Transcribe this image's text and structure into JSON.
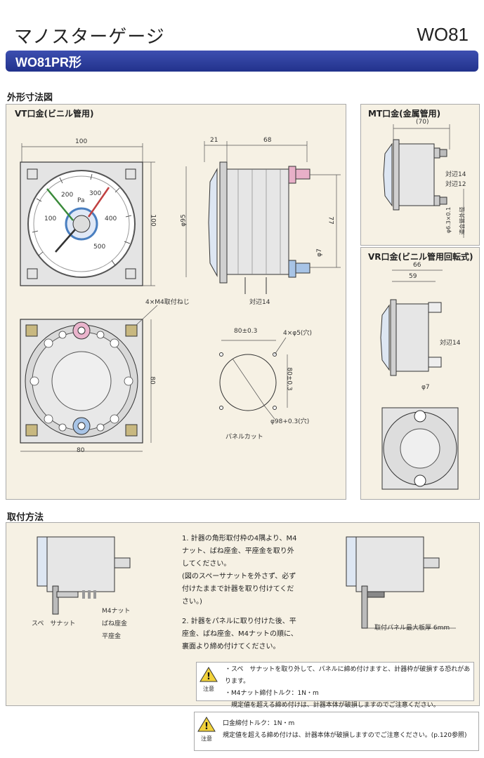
{
  "header": {
    "title": "マノスターゲージ",
    "model_code": "WO81",
    "band_label": "WO81PR形"
  },
  "sections": {
    "dimensions": "外形寸法図",
    "mounting": "取付方法"
  },
  "vt_panel": {
    "title": "VT口金(ビニル管用)",
    "dim_100_top": "100",
    "dim_100_side": "100",
    "dim_21": "21",
    "dim_68": "68",
    "dim_phi95": "φ95",
    "dim_77": "77",
    "dim_phi7": "φ7",
    "hex14": "対辺14",
    "scale_unit": "Pa",
    "scale_labels": [
      "100",
      "200",
      "300",
      "400",
      "500"
    ],
    "mount_screw": "4×M4取付ねじ",
    "dim_80_side": "80",
    "dim_80_bottom": "80",
    "cut_80_top": "80±0.3",
    "cut_holes": "4×φ5(穴)",
    "cut_80_side": "80±0.3",
    "cut_phi98": "φ98+0.3(穴)",
    "panel_cut": "パネルカット"
  },
  "mt_panel": {
    "title": "MT口金(金属管用)",
    "dim_70": "(70)",
    "hex14": "対辺14",
    "hex12": "対辺12",
    "thread": "φ6.3×0.1",
    "thread_note": "適合管外径"
  },
  "vr_panel": {
    "title": "VR口金(ビニル管用回転式)",
    "dim_66": "66",
    "dim_59": "59",
    "hex14": "対辺14",
    "dim_phi7": "φ7"
  },
  "mounting": {
    "steps": [
      "1. 計器の角形取付枠の4隅より、M4",
      "ナット、ばね座金、平座金を取り外",
      "してください。",
      "(図のスペーサナットを外さず、必ず",
      "付けたままで計器を取り付けてくだ",
      "さい。)",
      "",
      "2. 計器をパネルに取り付けた後、平",
      "座金、ばね座金、M4ナットの順に、",
      "裏面より締め付けてください。"
    ],
    "left_labels": {
      "nut": "M4ナット",
      "spring": "ばね座金",
      "washer": "平座金",
      "spacer": "スペ　サナット"
    },
    "right_label": "取付パネル最大板厚 6mm",
    "warn_label": "注意",
    "warn_lines": [
      "・スペ　サナットを取り外して、パネルに締め付けますと、計器枠が破損する恐れがあります。",
      "・M4ナット締付トルク：1N・m",
      "　規定値を超える締め付けは、計器本体が破損しますのでご注意ください。"
    ]
  },
  "bottom_warning": {
    "label": "注意",
    "lines": [
      "口金締付トルク：1N・m",
      "規定値を超える締め付けは、計器本体が破損しますのでご注意ください。(p.120参照)"
    ]
  }
}
